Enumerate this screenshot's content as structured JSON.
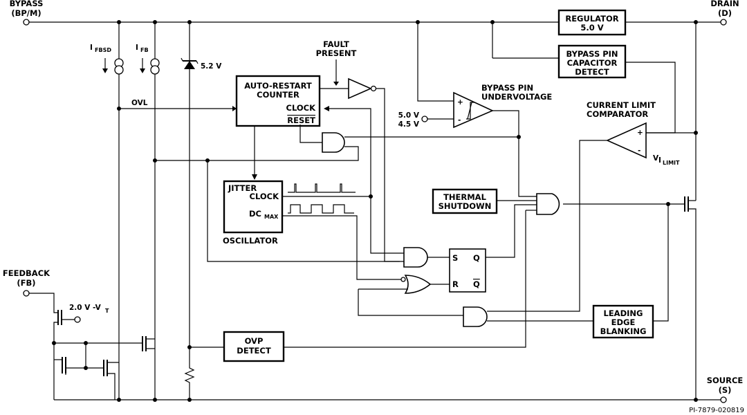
{
  "pins": {
    "bypass": {
      "name": "BYPASS",
      "abbr": "(BP/M)"
    },
    "drain": {
      "name": "DRAIN",
      "abbr": "(D)"
    },
    "feedback": {
      "name": "FEEDBACK",
      "abbr": "(FB)"
    },
    "source": {
      "name": "SOURCE",
      "abbr": "(S)"
    }
  },
  "sources": {
    "ifbsd": {
      "main": "I",
      "sub": "FBSD"
    },
    "ifb": {
      "main": "I",
      "sub": "FB"
    }
  },
  "zener_label": "5.2 V",
  "blocks": {
    "regulator": [
      "REGULATOR",
      "5.0 V"
    ],
    "bp_cap_detect": [
      "BYPASS PIN",
      "CAPACITOR",
      "DETECT"
    ],
    "auto_restart": [
      "AUTO-RESTART",
      "COUNTER"
    ],
    "clock": "CLOCK",
    "reset": "RESET",
    "jitter": "JITTER",
    "osc_clock": "CLOCK",
    "dcmax_main": "DC",
    "dcmax_sub": "MAX",
    "oscillator": "OSCILLATOR",
    "thermal": [
      "THERMAL",
      "SHUTDOWN"
    ],
    "leb": [
      "LEADING",
      "EDGE",
      "BLANKING"
    ],
    "ovp": [
      "OVP",
      "DETECT"
    ],
    "ff_s": "S",
    "ff_q": "Q",
    "ff_r": "R",
    "ff_qbar": "Q"
  },
  "labels": {
    "fault": [
      "FAULT",
      "PRESENT"
    ],
    "bp_uv": [
      "BYPASS PIN",
      "UNDERVOLTAGE"
    ],
    "current_limit": [
      "CURRENT LIMIT",
      "COMPARATOR"
    ],
    "ovl": "OVL",
    "ref_hi": "5.0 V",
    "ref_lo": "4.5 V",
    "vilimit_main": "V",
    "vilimit_i": "I",
    "vilimit_sub": "LIMIT",
    "fb_threshold": "2.0 V -V",
    "fb_threshold_sub": "T",
    "plus": "+",
    "minus": "-"
  },
  "part_number": "PI-7879-020819"
}
